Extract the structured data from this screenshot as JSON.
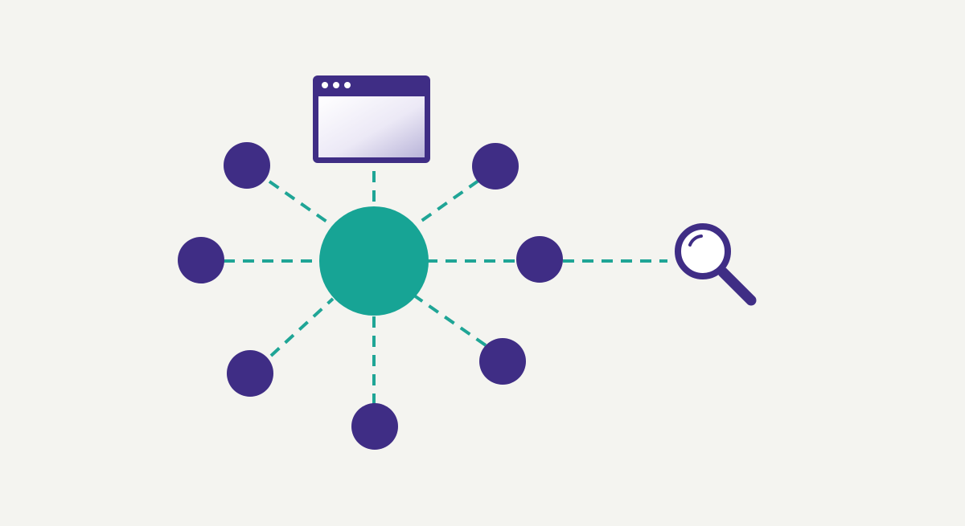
{
  "colors": {
    "background": "#f4f4f0",
    "hub": "#17a495",
    "node": "#3f2d85",
    "connector": "#1fa596",
    "window_frame": "#3f2d85",
    "window_dots": "#ffffff",
    "window_gradient_light": "#ffffff",
    "window_gradient_dark": "#b9b4d9",
    "magnifier": "#3f2d85"
  },
  "diagram": {
    "center_node": {
      "icon": "hub-circle"
    },
    "top_element": {
      "icon": "browser-window-icon"
    },
    "satellite_nodes": [
      {
        "id": "upper-left"
      },
      {
        "id": "upper-right"
      },
      {
        "id": "left"
      },
      {
        "id": "right"
      },
      {
        "id": "lower-left"
      },
      {
        "id": "lower-right"
      },
      {
        "id": "bottom"
      }
    ],
    "search_element": {
      "icon": "magnifying-glass-icon",
      "connected_to": "right"
    },
    "connector_style": "dashed"
  }
}
